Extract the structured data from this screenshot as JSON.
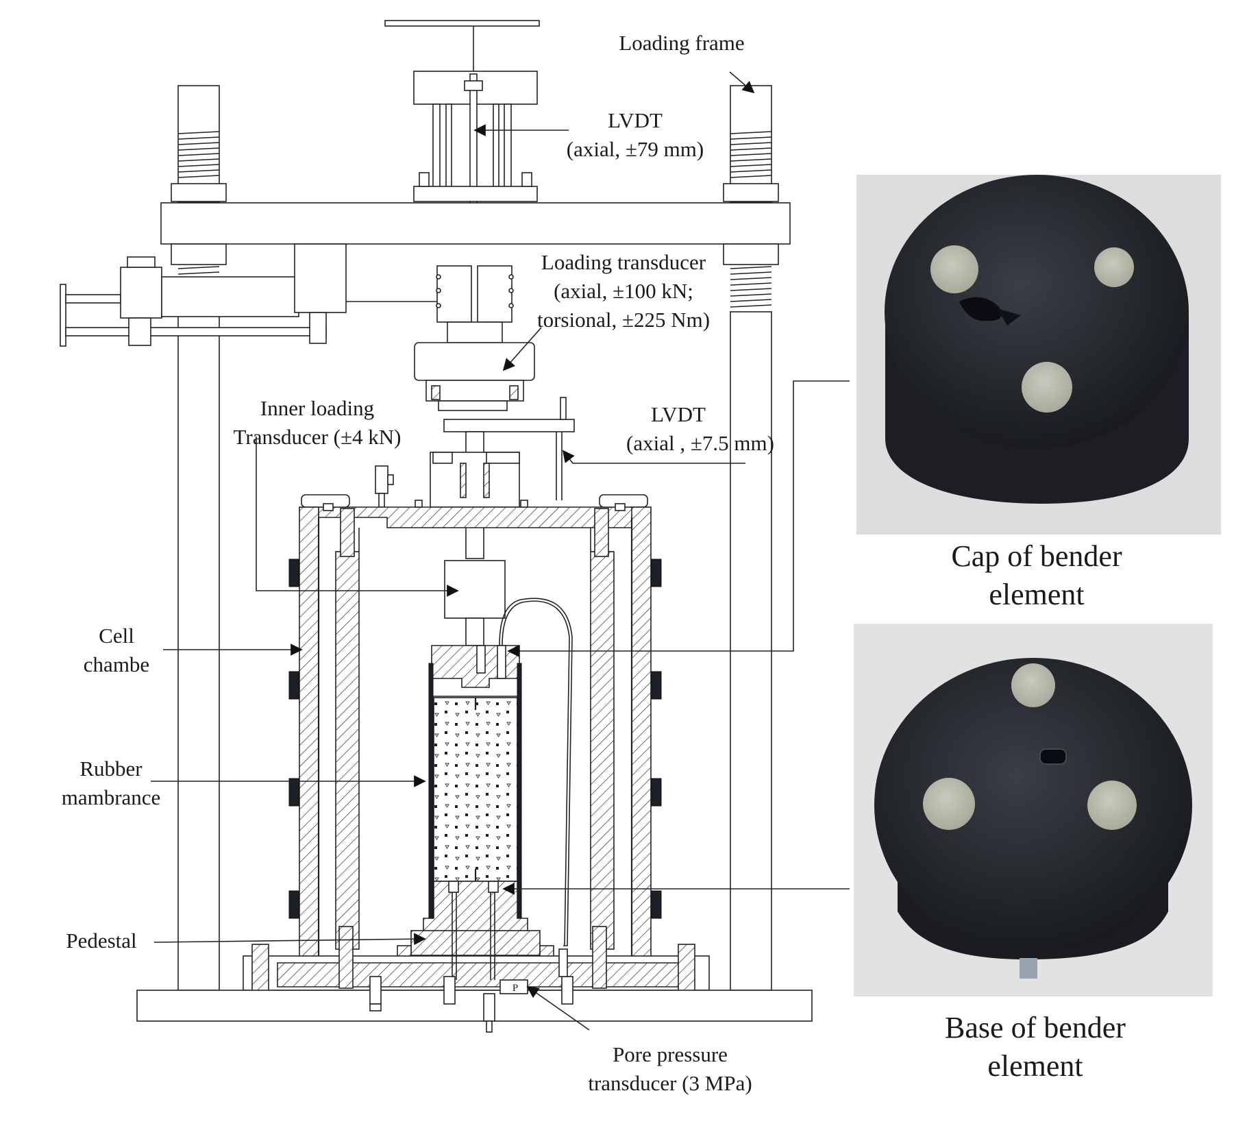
{
  "labels": {
    "loading_frame": "Loading frame",
    "lvdt_top_1": "LVDT",
    "lvdt_top_2": "(axial, ±79 mm)",
    "loading_transducer_1": "Loading  transducer",
    "loading_transducer_2": "(axial, ±100 kN;",
    "loading_transducer_3": "torsional, ±225 Nm)",
    "inner_loading_1": "Inner loading",
    "inner_loading_2": "Transducer (±4 kN)",
    "lvdt_small_1": "LVDT",
    "lvdt_small_2": "(axial , ±7.5 mm)",
    "cell_1": "Cell",
    "cell_2": "chambe",
    "rubber_1": "Rubber",
    "rubber_2": "mambrance",
    "pedestal": "Pedestal",
    "pore_1": "Pore pressure",
    "pore_2": "transducer (3 MPa)",
    "pore_symbol": "P"
  },
  "photos": {
    "cap_caption_1": "Cap of bender",
    "cap_caption_2": "element",
    "base_caption_1": "Base of bender",
    "base_caption_2": "element"
  },
  "colors": {
    "line": "#222222",
    "photo_background": "#dcdcdc",
    "bender_body": "#22252b",
    "porous_stone": "#b8b8ab"
  }
}
